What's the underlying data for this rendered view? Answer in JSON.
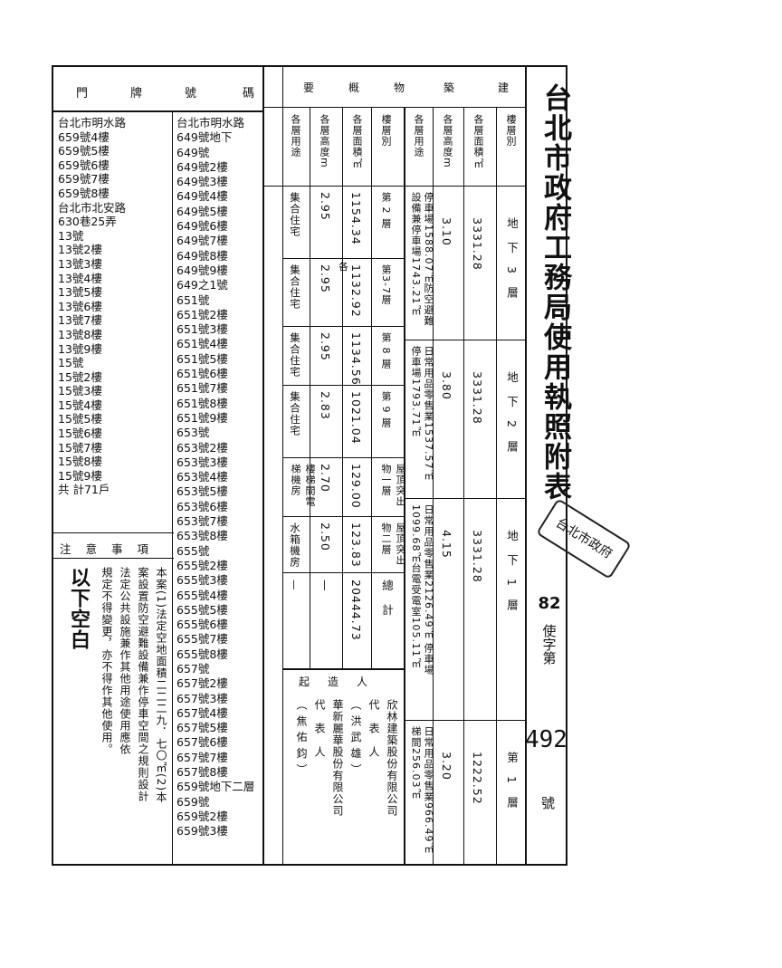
{
  "title": "台北市政府工務局使用執照附表",
  "permit": {
    "year": "82",
    "mid": "使字第",
    "number": "492",
    "suffix": "號"
  },
  "stamp_text": "台北市政府",
  "left_header": {
    "col1": "門",
    "col2": "牌",
    "col3": "號",
    "col4": "碼"
  },
  "addresses_col1": [
    "台北市明水路",
    "659號4樓",
    "659號5樓",
    "659號6樓",
    "659號7樓",
    "659號8樓",
    "台北市北安路",
    "630巷25弄",
    "13號",
    "13號2樓",
    "13號3樓",
    "13號4樓",
    "13號5樓",
    "13號6樓",
    "13號7樓",
    "13號8樓",
    "13號9樓",
    "15號",
    "15號2樓",
    "15號3樓",
    "15號4樓",
    "15號5樓",
    "15號6樓",
    "15號7樓",
    "15號8樓",
    "15號9樓",
    "共 計71戶"
  ],
  "addresses_col2": [
    "台北市明水路",
    "649號地下",
    "649號",
    "649號2樓",
    "649號3樓",
    "649號4樓",
    "649號5樓",
    "649號6樓",
    "649號7樓",
    "649號8樓",
    "649號9樓",
    "649之1號",
    "651號",
    "651號2樓",
    "651號3樓",
    "651號4樓",
    "651號5樓",
    "651號6樓",
    "651號7樓",
    "651號8樓",
    "651號9樓",
    "653號",
    "653號2樓",
    "653號3樓",
    "653號4樓",
    "653號5樓",
    "653號6樓",
    "653號7樓",
    "653號8樓",
    "655號",
    "655號2樓",
    "655號3樓",
    "655號4樓",
    "655號5樓",
    "655號6樓",
    "655號7樓",
    "655號8樓",
    "657號",
    "657號2樓",
    "657號3樓",
    "657號4樓",
    "657號5樓",
    "657號6樓",
    "657號7樓",
    "657號8樓",
    "659號地下二層",
    "659號",
    "659號2樓",
    "659號3樓"
  ],
  "notes": {
    "header": "注 意 事 項",
    "stamp": "以下空白",
    "col_a": "本案(1)法定空地面積二二二九．七〇㎡(2)本",
    "col_b": "案設置防空避難設備兼作停車空間之規則設計",
    "col_c": "法定公共設施兼作其他用途使用應依",
    "col_d": "規定不得變更，亦不得作其他使用。"
  },
  "building": {
    "header": [
      "建",
      "築",
      "物",
      "概",
      "要"
    ],
    "row_labels_upper": {
      "floor": "樓層別",
      "area": "各層面積㎡",
      "height": "各層高度m",
      "use": "各層用途"
    },
    "basement": [
      {
        "floor": "地　下　3　層",
        "area": "3331.28",
        "height": "3.10",
        "use": "停車場1588.07㎡防空避難設備兼停車場1743.21㎡"
      },
      {
        "floor": "地　下　2　層",
        "area": "3331.28",
        "height": "3.80",
        "use": "日常用品零售業1537.57㎡ 停車場1793.71㎡"
      },
      {
        "floor": "地　下　1　層",
        "area": "3331.28",
        "height": "4.15",
        "use": "日常用品零售業2126.49㎡ 停車場1099.68㎡台電受電室105.11㎡"
      },
      {
        "floor": "第　1　層",
        "area": "1222.52",
        "height": "3.20",
        "use": "日常用品零售業966.49㎡ 梯間256.03㎡"
      }
    ],
    "row_labels_lower": {
      "floor": "樓層別",
      "area": "各層面積㎡",
      "height": "各層高度m",
      "use": "各層用途"
    },
    "upper": [
      {
        "floor": "第 2 層",
        "area": "1154.34",
        "height": "2.95",
        "use": "集合住宅"
      },
      {
        "floor": "第3-7層",
        "area": "1132.92",
        "height": "2.95",
        "use": "集合住宅",
        "note": "各"
      },
      {
        "floor": "第 8 層",
        "area": "1134.56",
        "height": "2.95",
        "use": "集合住宅"
      },
      {
        "floor": "第 9 層",
        "area": "1021.04",
        "height": "2.83",
        "use": "集合住宅"
      },
      {
        "floor": "屋頂突出物一層",
        "area": "129.00",
        "height": "2.70",
        "use": "樓梯間電梯機房"
      },
      {
        "floor": "屋頂突出物二層",
        "area": "123.83",
        "height": "2.50",
        "use": "水箱機房"
      },
      {
        "floor": "總　計",
        "area": "20444.73",
        "height": "—",
        "use": "—"
      }
    ],
    "builder_header": "起　造　人",
    "builder_lines": [
      "欣林建築股份有限公司",
      "代　表　人",
      "（ 洪 武 雄 ）",
      "華新麗華股份有限公司",
      "代　表　人",
      "（ 焦 佑 鈞 ）"
    ]
  }
}
